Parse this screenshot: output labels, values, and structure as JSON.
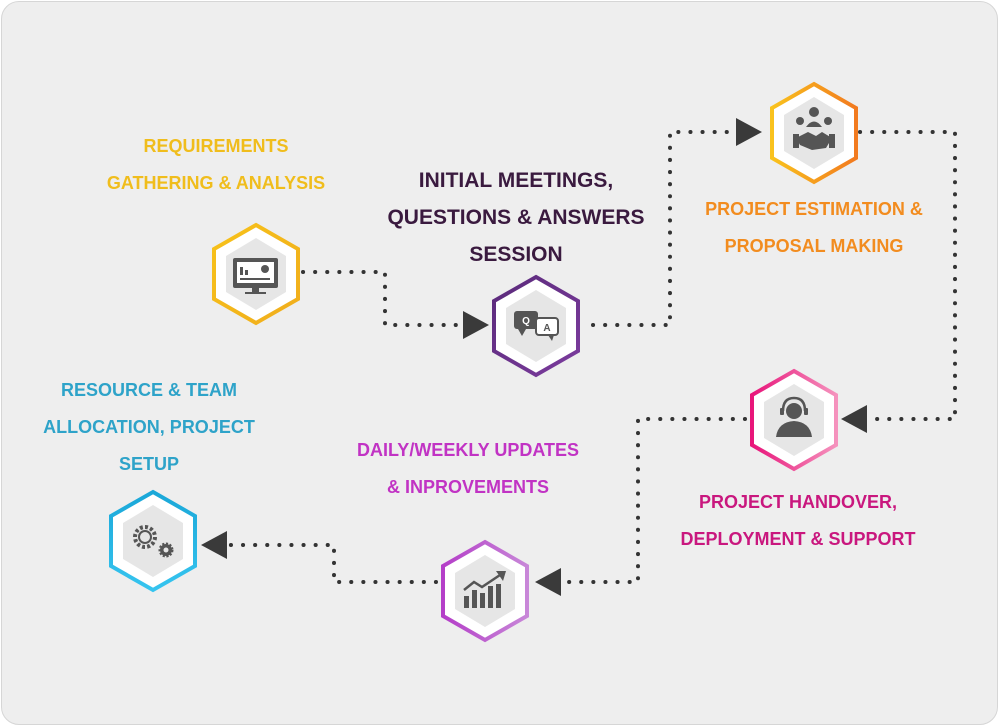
{
  "steps": [
    {
      "id": "requirements",
      "lines": [
        "REQUIREMENTS",
        "GATHERING & ANALYSIS"
      ],
      "icon": "monitor-dashboard-icon",
      "colors": [
        "#f7c21a",
        "#f0ad1c"
      ]
    },
    {
      "id": "initial-meetings",
      "lines": [
        "INITIAL MEETINGS,",
        "QUESTIONS & ANSWERS",
        "SESSION"
      ],
      "icon": "qa-chat-icon",
      "colors": [
        "#5a2a7a",
        "#7c3c9e"
      ]
    },
    {
      "id": "estimation",
      "lines": [
        "PROJECT ESTIMATION &",
        "PROPOSAL MAKING"
      ],
      "icon": "handshake-deal-icon",
      "colors": [
        "#f9c21d",
        "#f27a1f"
      ]
    },
    {
      "id": "handover",
      "lines": [
        "PROJECT HANDOVER,",
        "DEPLOYMENT & SUPPORT"
      ],
      "icon": "support-headset-icon",
      "colors": [
        "#e8157a",
        "#f592bd"
      ]
    },
    {
      "id": "updates",
      "lines": [
        "DAILY/WEEKLY UPDATES",
        "& INPROVEMENTS"
      ],
      "icon": "growth-chart-icon",
      "colors": [
        "#b43ec8",
        "#c887d8"
      ]
    },
    {
      "id": "resource",
      "lines": [
        "RESOURCE & TEAM",
        "ALLOCATION, PROJECT",
        "SETUP"
      ],
      "icon": "gears-icon",
      "colors": [
        "#1aa7d8",
        "#36c4ef"
      ]
    }
  ],
  "colors": {
    "background": "#eeeeee",
    "connector": "#333333",
    "icon": "#555555"
  }
}
